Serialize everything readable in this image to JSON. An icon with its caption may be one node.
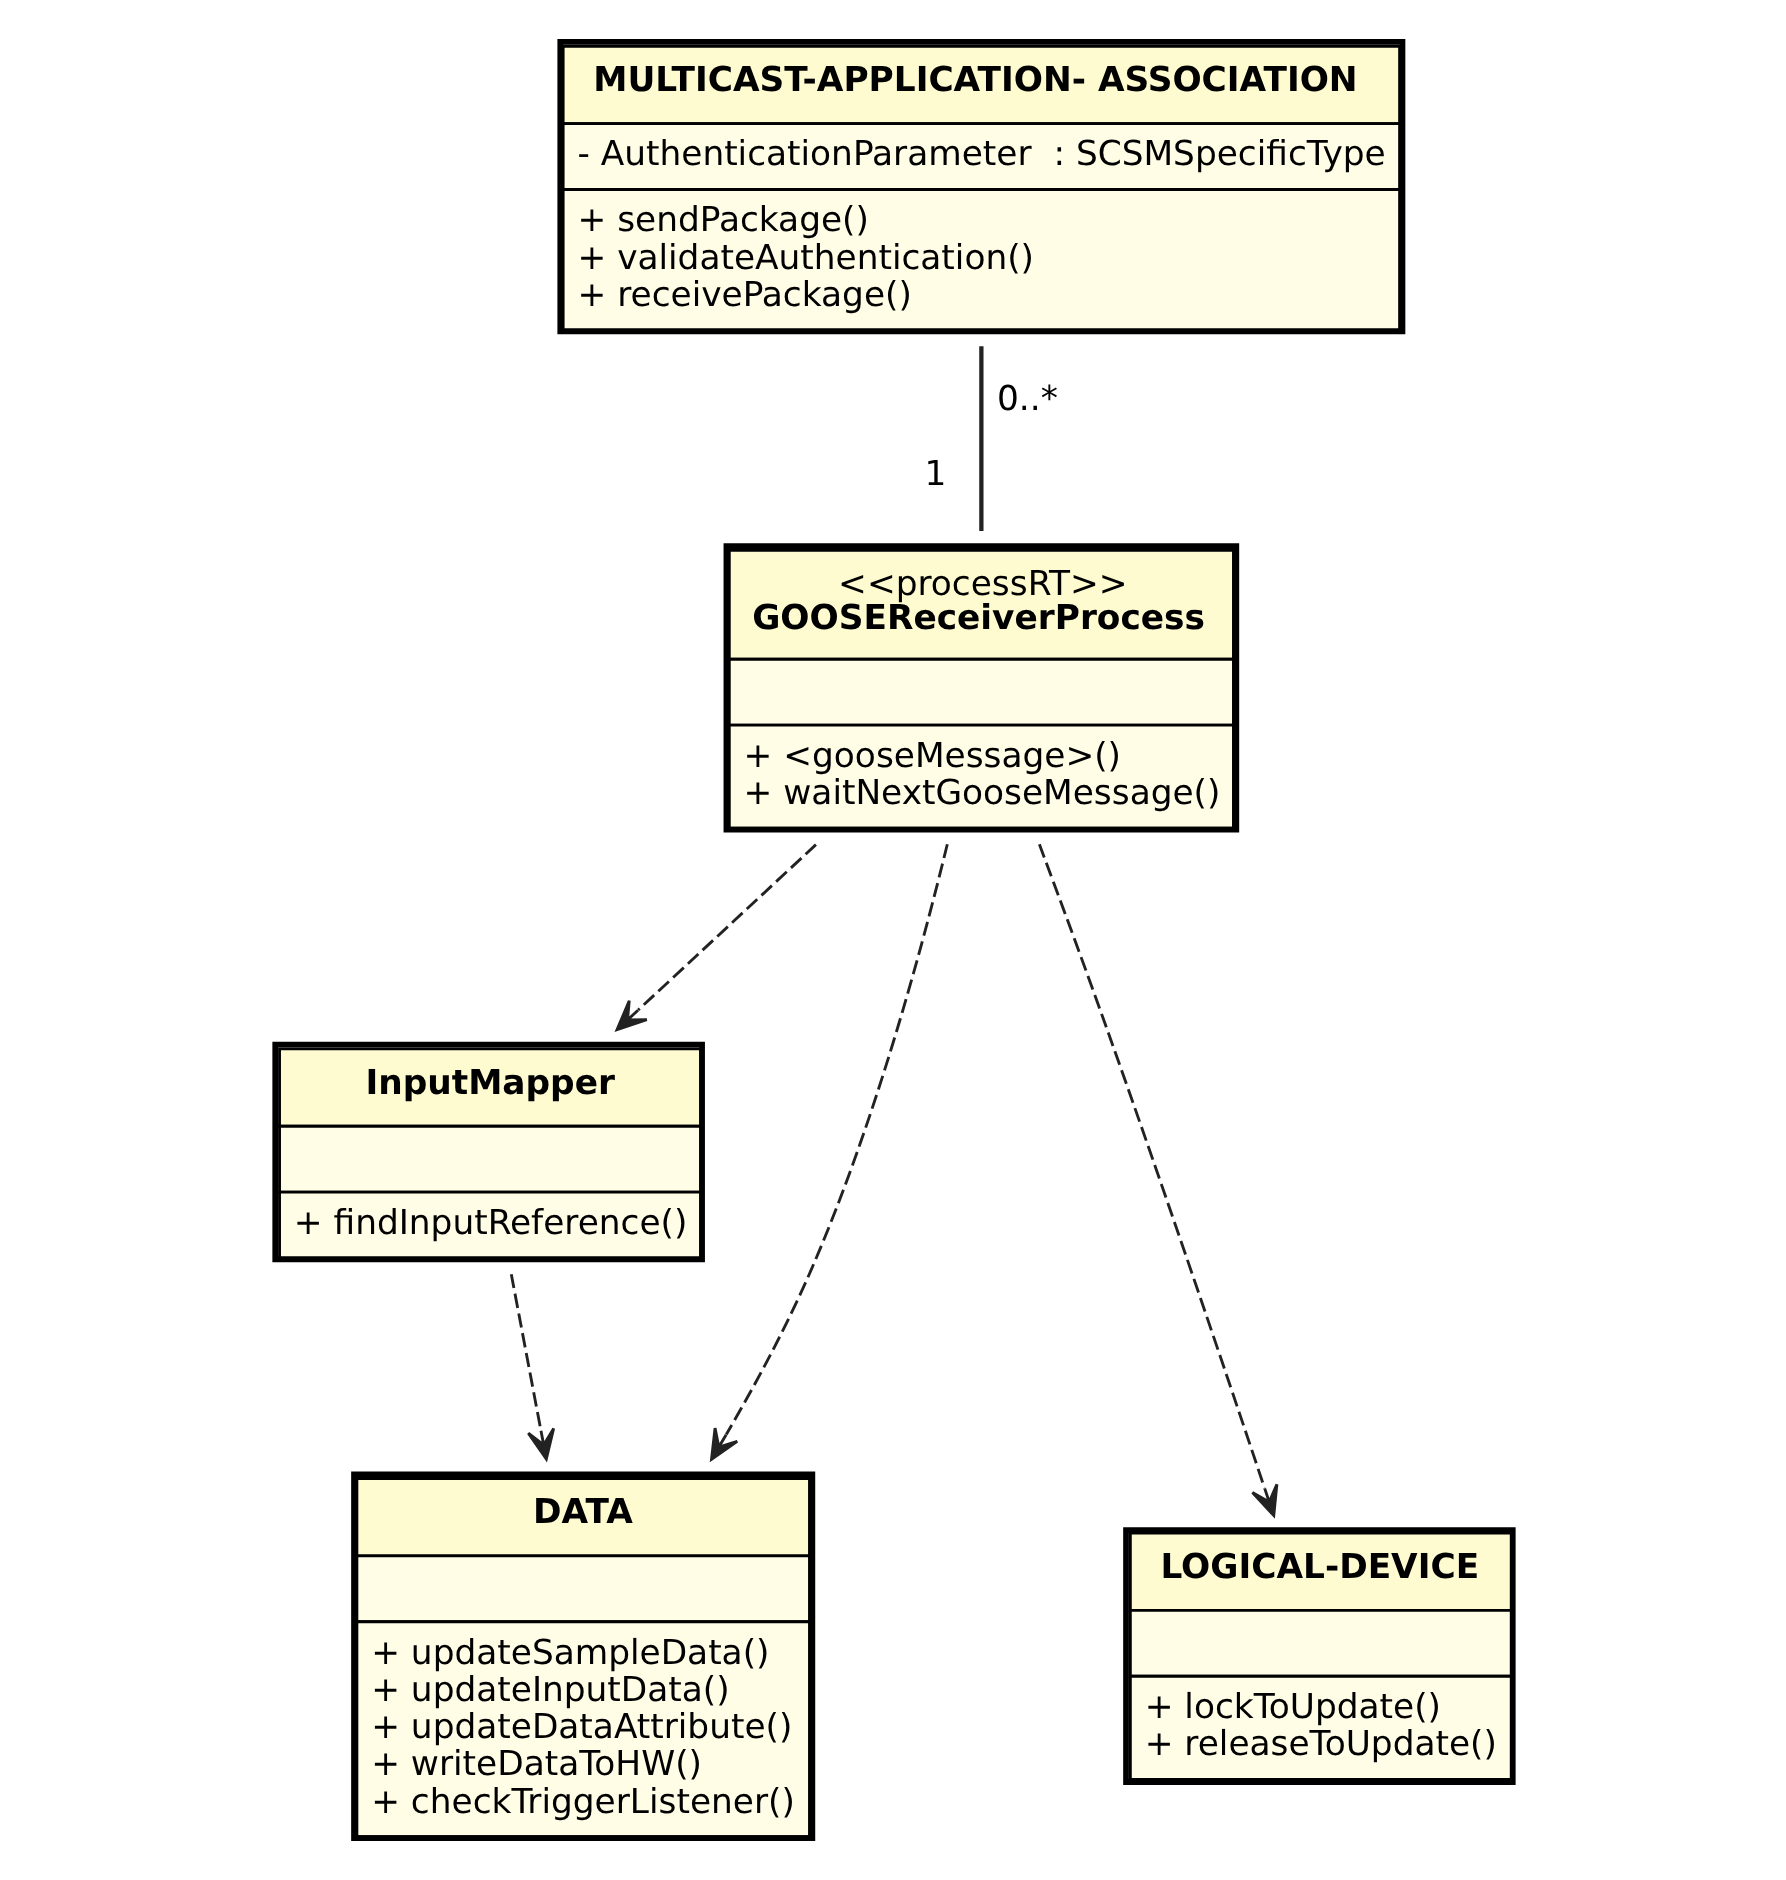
{
  "diagram": {
    "nodes": [
      {
        "text": [
          "MULTICAST-APPLICATION- ASSOCIATION",
          "- AuthenticationParameter  : SCSMSpecificType",
          "+ sendPackage()",
          "+ validateAuthentication()",
          "+ receivePackage()"
        ]
      },
      {
        "text": [
          "<<processRT>>",
          "GOOSEReceiverProcess",
          "+ <gooseMessage>()",
          "+ waitNextGooseMessage()"
        ]
      },
      {
        "text": [
          "InputMapper",
          "+ findInputReference()"
        ]
      },
      {
        "text": [
          "DATA",
          "+ updateSampleData()",
          "+ updateInputData()",
          "+ updateDataAttribute()",
          "+ writeDataToHW()",
          "+ checkTriggerListener()"
        ]
      },
      {
        "text": [
          "LOGICAL-DEVICE",
          "+ lockToUpdate()",
          "+ releaseToUpdate()"
        ]
      }
    ],
    "edges": [
      {
        "from": 0,
        "to": 1,
        "arrow": "none"
      },
      {
        "from": 1,
        "to": 2,
        "arrow": "to",
        "style": "dashed"
      },
      {
        "from": 1,
        "to": 4,
        "arrow": "to",
        "style": "dashed"
      },
      {
        "from": 1,
        "to": 3,
        "arrow": "to",
        "style": "dashed"
      },
      {
        "from": 2,
        "to": 3,
        "arrow": "to",
        "style": "dashed"
      }
    ],
    "labels": [
      "0..*",
      "1"
    ]
  }
}
